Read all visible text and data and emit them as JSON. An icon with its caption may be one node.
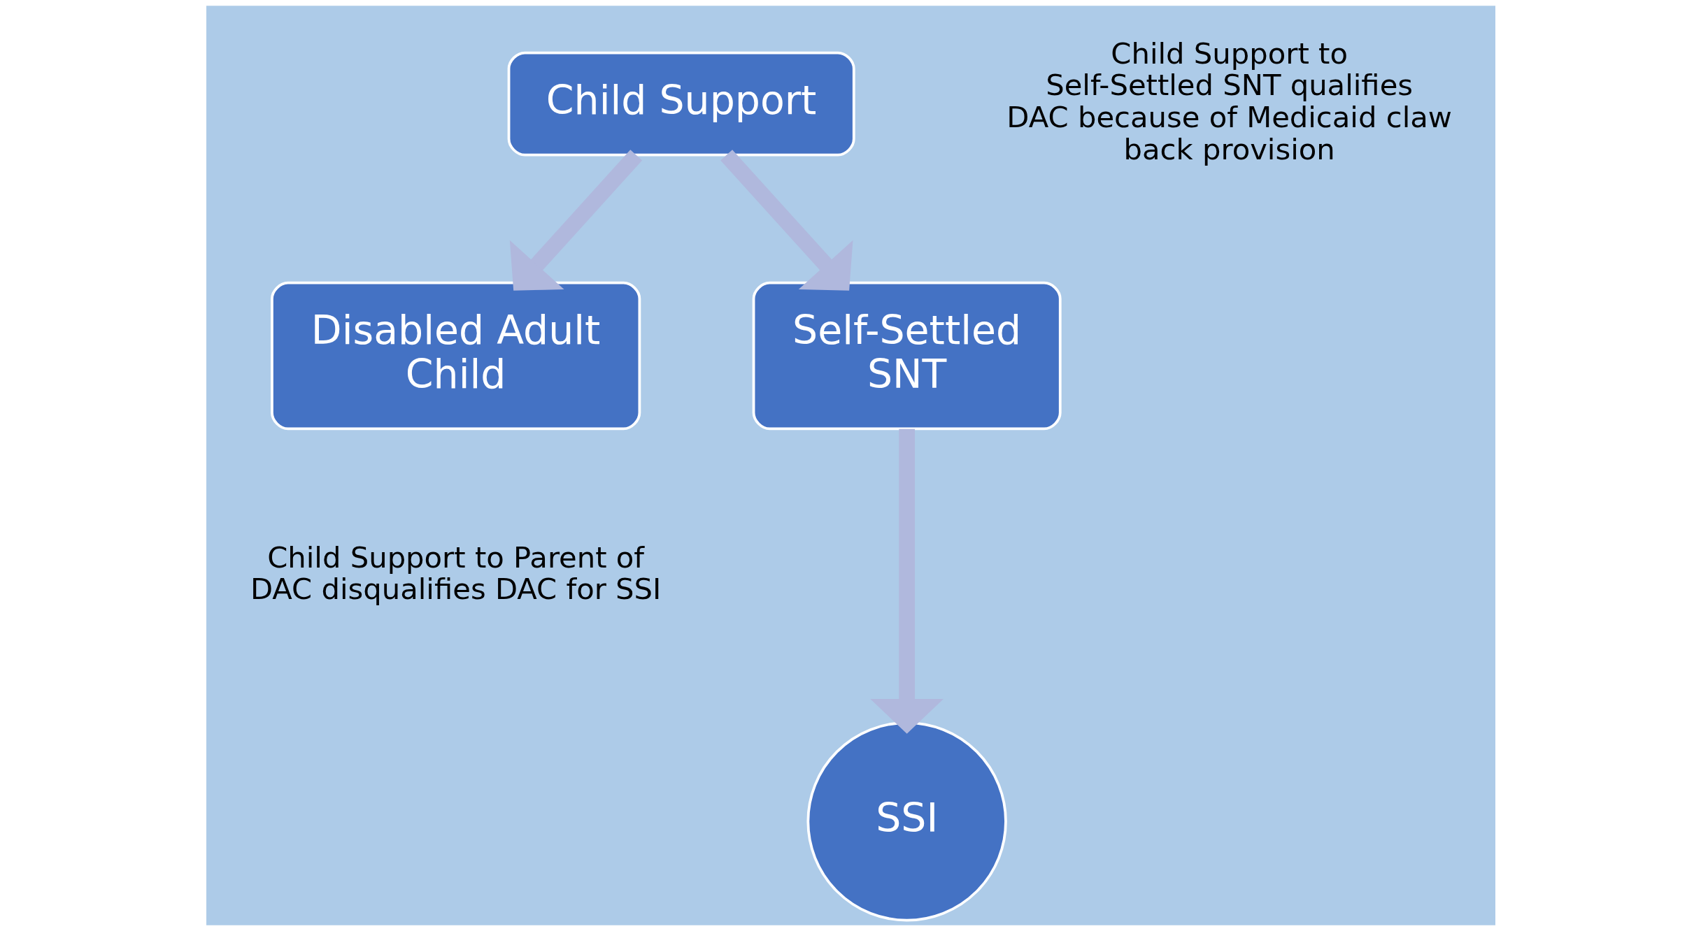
{
  "diagram": {
    "nodes": [
      {
        "text": [
          "Child Support"
        ]
      },
      {
        "text": [
          "Disabled Adult Child"
        ],
        "beside": [
          "Child Support to Parent of DAC disqualifies DAC for SSI"
        ]
      },
      {
        "text": [
          "Self-Settled SNT"
        ],
        "beside": [
          "Child Support to Self-Settled SNT qualifies DAC because of Medicaid claw back provision"
        ]
      },
      {
        "text": [
          "SSI"
        ]
      }
    ],
    "edges": [
      {
        "from": 0,
        "to": 1,
        "arrow": "to"
      },
      {
        "from": 0,
        "to": 2,
        "arrow": "to"
      },
      {
        "from": 2,
        "to": 3,
        "arrow": "to"
      }
    ]
  }
}
